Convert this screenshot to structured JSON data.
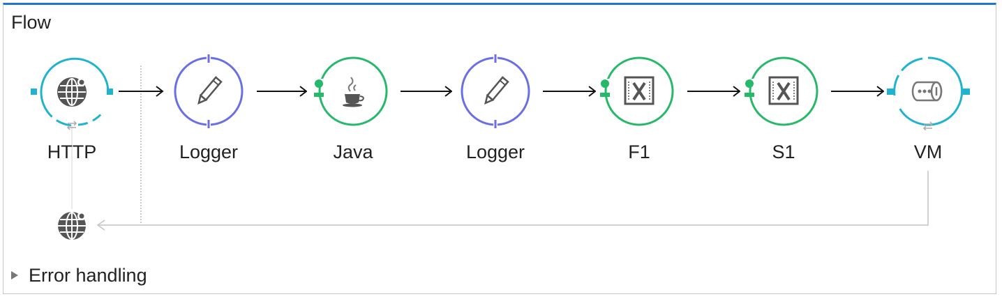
{
  "flow": {
    "title": "Flow",
    "nodes": [
      {
        "label": "HTTP",
        "type": "http",
        "icon": "globe-icon",
        "color": "#1fb3cf"
      },
      {
        "label": "Logger",
        "type": "logger",
        "icon": "pencil-icon",
        "color": "#6a6fe6"
      },
      {
        "label": "Java",
        "type": "java",
        "icon": "coffee-cup-icon",
        "color": "#27b96a"
      },
      {
        "label": "Logger",
        "type": "logger",
        "icon": "pencil-icon",
        "color": "#6a6fe6"
      },
      {
        "label": "F1",
        "type": "transform",
        "icon": "transform-x-icon",
        "color": "#27b96a"
      },
      {
        "label": "S1",
        "type": "transform",
        "icon": "transform-x-icon",
        "color": "#27b96a"
      },
      {
        "label": "VM",
        "type": "vm",
        "icon": "queue-icon",
        "color": "#1fb3cf"
      }
    ],
    "response_icon": "globe-icon"
  },
  "error_handling": {
    "label": "Error handling"
  },
  "colors": {
    "accent_top": "#1e7ad0",
    "connector": "#1fb3cf",
    "logger": "#6a6fe6",
    "processor": "#27b96a"
  }
}
